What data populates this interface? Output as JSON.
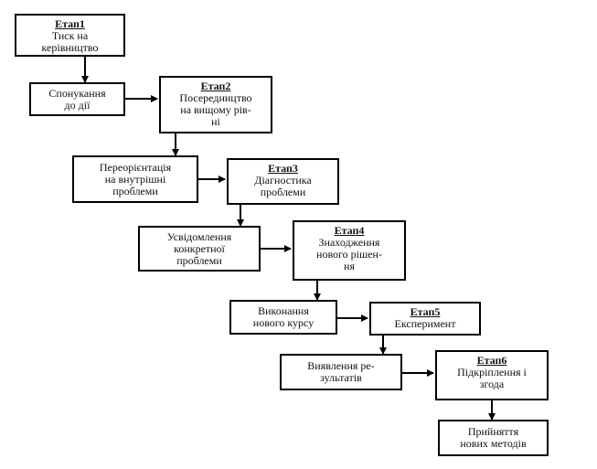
{
  "stages": [
    {
      "title": "Етап1",
      "text": "Тиск на\nкерівництво"
    },
    {
      "title": "Етап2",
      "text": "Посередництво\nна вищому рів-\nні"
    },
    {
      "title": "Етап3",
      "text": "Діагностика\nпроблеми"
    },
    {
      "title": "Етап4",
      "text": "Знаходження\nнового рішен-\nня"
    },
    {
      "title": "Етап5",
      "text": "Експеримент"
    },
    {
      "title": "Етап6",
      "text": "Підкріплення і\nзгода"
    }
  ],
  "outcomes": [
    {
      "text": "Спонукання\nдо дії"
    },
    {
      "text": "Переорієнтація\nна внутрішні\nпроблеми"
    },
    {
      "text": "Усвідомлення\nконкретної\nпроблеми"
    },
    {
      "text": "Виконання\nнового курсу"
    },
    {
      "text": "Виявлення ре-\nзультатів"
    },
    {
      "text": "Прийняття\nнових методів"
    }
  ]
}
